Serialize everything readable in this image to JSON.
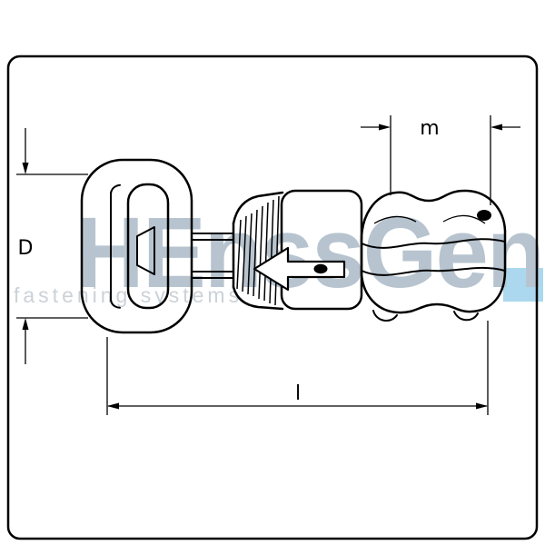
{
  "watermark": {
    "brand": "HEnssGen",
    "tagline": "fastening systems",
    "brand_color": "#b7c4cf",
    "tagline_color": "#cbd2d8",
    "square_color": "#abd8ee"
  },
  "dimensions": {
    "height_label": "D",
    "width_label": "m",
    "length_label": "l"
  }
}
